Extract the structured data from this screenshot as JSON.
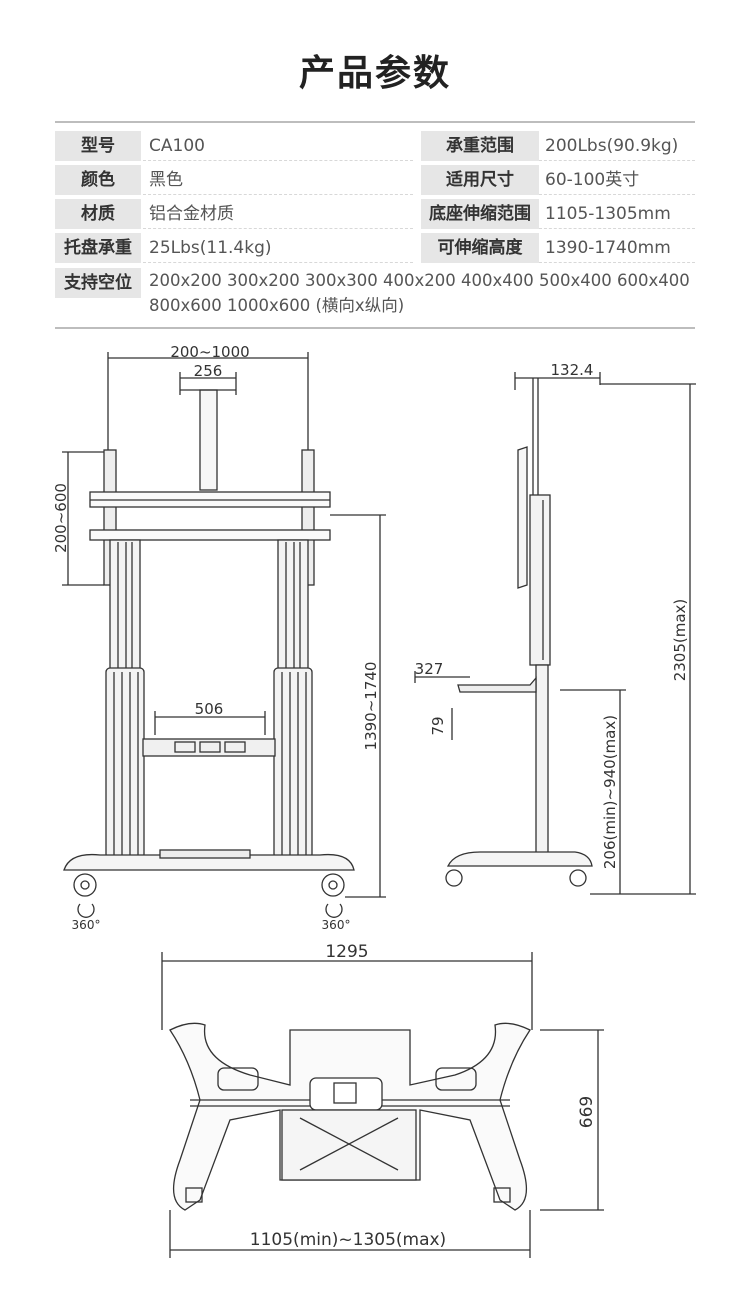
{
  "page_title": "产品参数",
  "specs": [
    {
      "label": "型号",
      "value": "CA100",
      "label2": "承重范围",
      "value2": "200Lbs(90.9kg)"
    },
    {
      "label": "颜色",
      "value": "黑色",
      "label2": "适用尺寸",
      "value2": "60-100英寸"
    },
    {
      "label": "材质",
      "value": "铝合金材质",
      "label2": "底座伸缩范围",
      "value2": "1105-1305mm"
    },
    {
      "label": "托盘承重",
      "value": "25Lbs(11.4kg)",
      "label2": "可伸缩高度",
      "value2": "1390-1740mm"
    }
  ],
  "vesa": {
    "label": "支持空位",
    "value": "200x200  300x200  300x300  400x200  400x400  500x400  600x400\n800x600  1000x600 (横向x纵向)"
  },
  "front_view": {
    "width_range": "200~1000",
    "pole_spacing": "256",
    "height_range": "200~600",
    "shelf_width": "506",
    "adjust_height": "1390~1740",
    "rotate_left": "360°",
    "rotate_right": "360°"
  },
  "side_view": {
    "top_depth": "132.4",
    "shelf_depth": "327",
    "shelf_height": "79",
    "total_height": "2305(max)",
    "shelf_range": "206(min)~940(max)"
  },
  "base_view": {
    "total_width": "1295",
    "depth": "669",
    "base_range": "1105(min)~1305(max)"
  }
}
